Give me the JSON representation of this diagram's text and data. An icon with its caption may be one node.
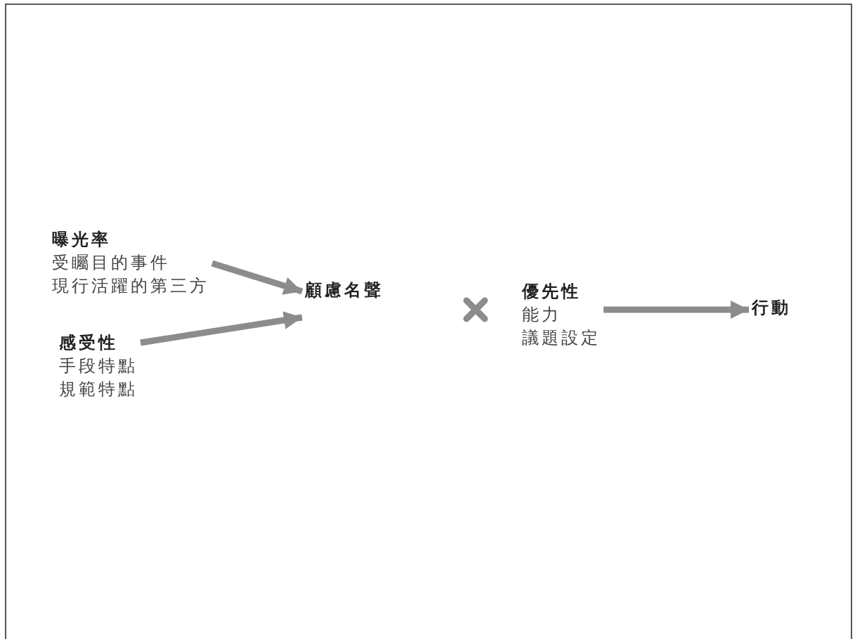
{
  "diagram": {
    "nodes": [
      {
        "text": [
          "曝光率",
          "受矚目的事件",
          "現行活躍的第三方"
        ]
      },
      {
        "text": [
          "感受性",
          "手段特點",
          "規範特點"
        ]
      },
      {
        "text": [
          "顧慮名聲"
        ]
      },
      {
        "text": [
          "優先性",
          "能力",
          "議題設定"
        ]
      },
      {
        "text": [
          "行動"
        ]
      }
    ],
    "edges": [
      {
        "from": 0,
        "to": 2,
        "arrow": "to"
      },
      {
        "from": 1,
        "to": 2,
        "arrow": "to"
      },
      {
        "from": 3,
        "to": 4,
        "arrow": "to"
      }
    ]
  }
}
